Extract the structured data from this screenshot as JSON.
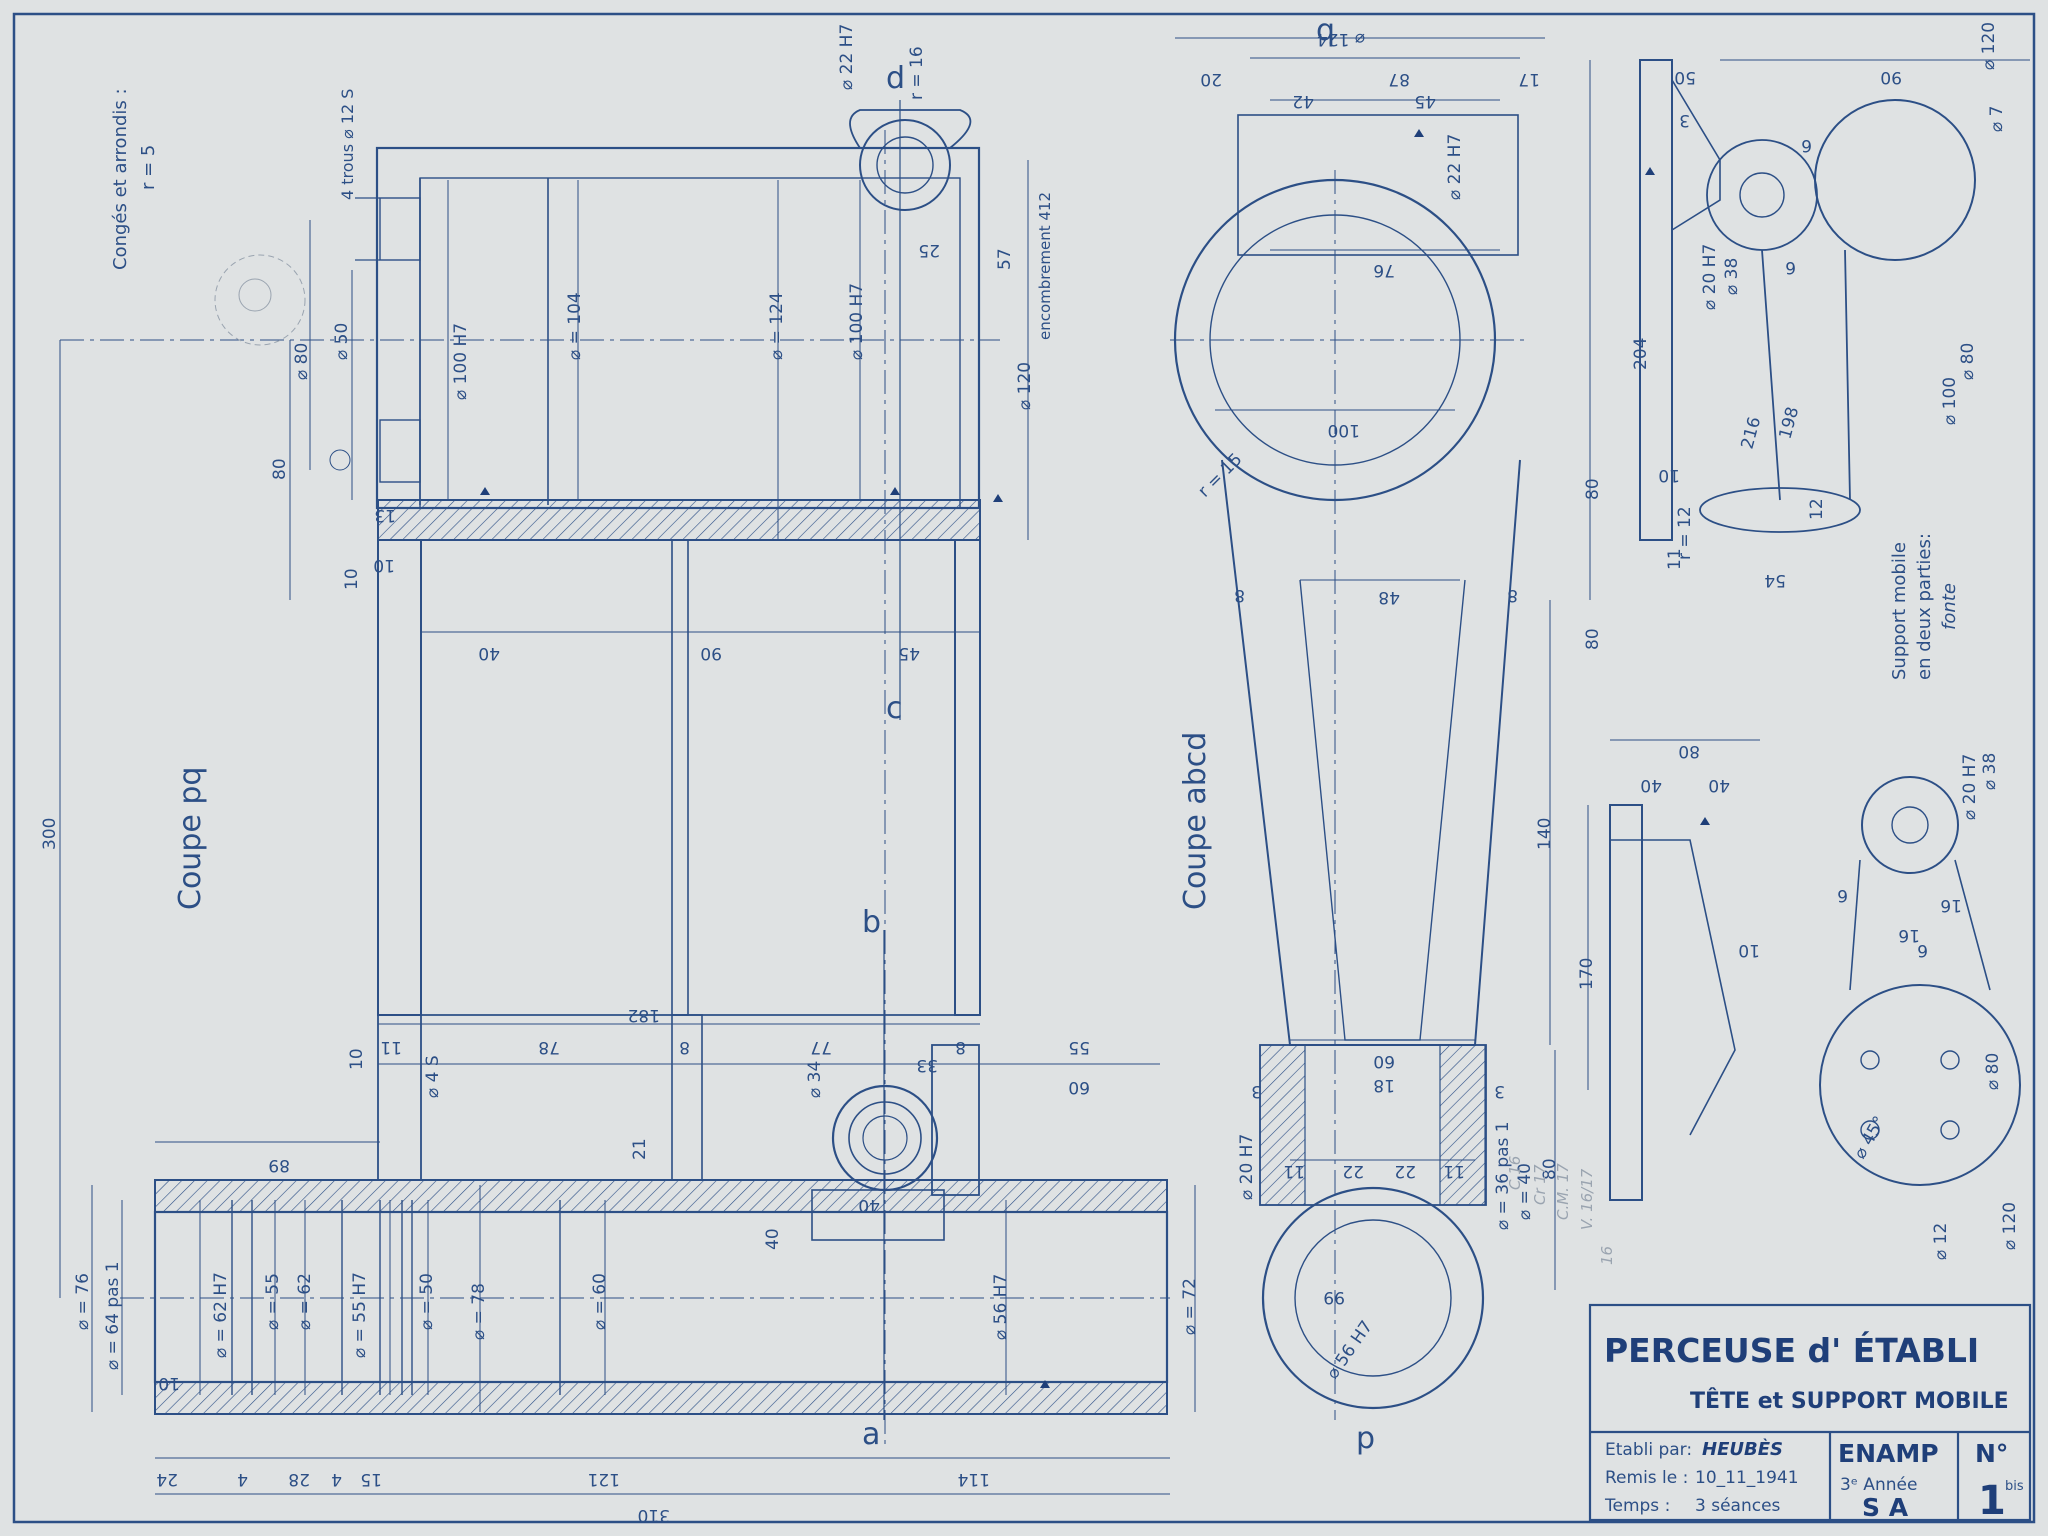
{
  "drawing": {
    "title": "PERCEUSE d' ÉTABLI",
    "subtitle": "TÊTE et SUPPORT MOBILE",
    "established_by_label": "Etabli par:",
    "established_by": "HEUBÈS",
    "submitted_label": "Remis le :",
    "submitted_date": "10_11_1941",
    "time_label": "Temps :",
    "time_value": "3 séances",
    "school": "ENAMP",
    "year": "3ᵉ Année",
    "section": "S A",
    "number_label": "N°",
    "number": "1",
    "number_suffix": "bis"
  },
  "notes": {
    "fillets_line1": "Congés et arrondis :",
    "fillets_line2": "r = 5",
    "holes": "4 trous ⌀ 12 S",
    "footprint": "encombrement 412",
    "support_line1": "Support mobile",
    "support_line2": "en deux parties:",
    "support_line3": "fonte"
  },
  "sections": {
    "pq": "Coupe pq",
    "abcd": "Coupe abcd"
  },
  "section_letters": {
    "a": "a",
    "b": "b",
    "c": "c",
    "d": "d",
    "p": "p",
    "q": "q"
  },
  "dimensions": {
    "view1": [
      "300",
      "80",
      "⌀ 80",
      "⌀ 50",
      "⌀ 100 H7",
      "⌀ = 104",
      "⌀ = 124",
      "⌀ 100 H7",
      "⌀ 120",
      "⌀ 22 H7",
      "r = 16",
      "25",
      "57",
      "13",
      "10",
      "10",
      "40",
      "90",
      "45",
      "182",
      "11",
      "78",
      "8",
      "77",
      "33",
      "8",
      "55",
      "60",
      "10",
      "⌀ 4 S",
      "89",
      "21",
      "⌀ 34",
      "40",
      "40",
      "⌀ 56 H7",
      "⌀ = 72",
      "⌀ = 76",
      "⌀ = 64 pas 1",
      "⌀ = 62 H7",
      "⌀ = 55",
      "⌀ = 62",
      "⌀ = 55 H7",
      "⌀ = 50",
      "⌀ = 78",
      "⌀ = 60",
      "10",
      "24",
      "4",
      "28",
      "4",
      "15",
      "121",
      "114",
      "310"
    ],
    "view2": [
      "⌀ 124",
      "20",
      "87",
      "17",
      "42",
      "45",
      "⌀ 22 H7",
      "76",
      "100",
      "r = 15",
      "80",
      "8",
      "48",
      "8",
      "140",
      "60",
      "18",
      "3",
      "3",
      "⌀ 20 H7",
      "11",
      "22",
      "22",
      "11",
      "⌀ = 36 pas 1",
      "⌀ = 40",
      "80",
      "99",
      "⌀ 56 H7"
    ],
    "view3": [
      "50",
      "3",
      "90",
      "⌀ 120",
      "⌀ 7",
      "6",
      "6",
      "⌀ 20 H7",
      "⌀ 38",
      "204",
      "216",
      "198",
      "⌀ 80",
      "⌀ 100",
      "10",
      "80",
      "12",
      "r = 12",
      "54",
      "11"
    ],
    "view4": [
      "80",
      "40",
      "40",
      "⌀ 20 H7",
      "⌀ 38",
      "16",
      "16",
      "6",
      "6",
      "10",
      "170",
      "⌀ 80",
      "⌀ 12",
      "⌀ 120",
      "⌀ 45°"
    ]
  },
  "pencil_notes": [
    "C 16",
    "Cr 17",
    "C.M. 17",
    "V. 16/17",
    "16"
  ]
}
